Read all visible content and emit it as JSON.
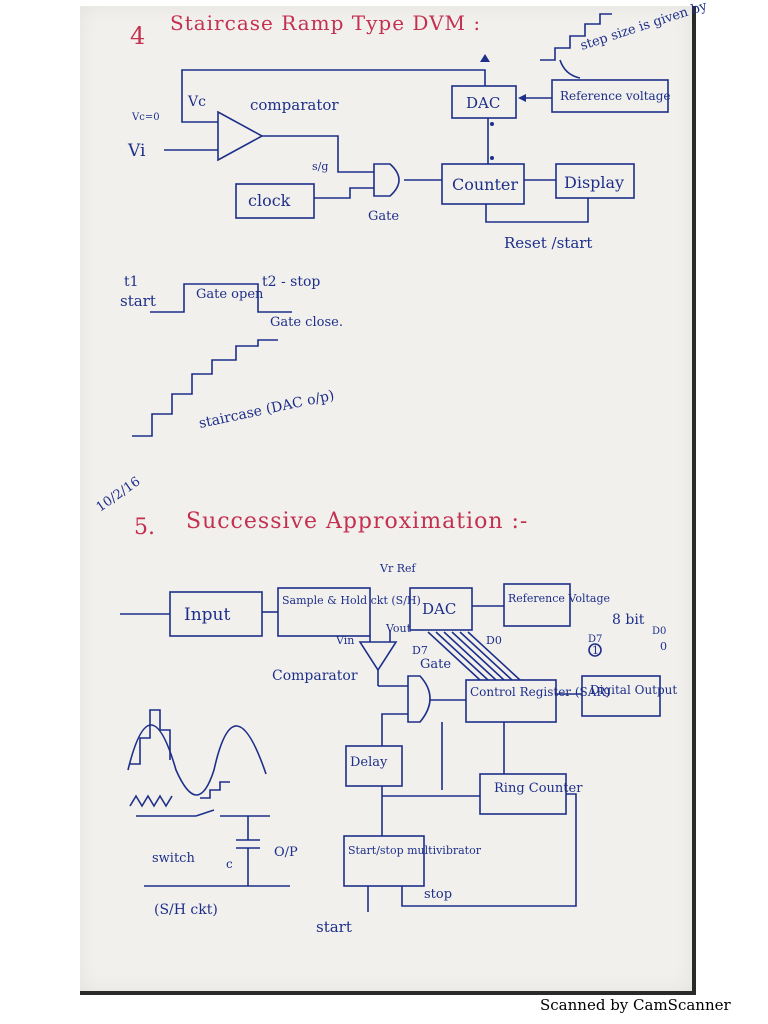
{
  "footer": "Scanned by CamScanner",
  "section1": {
    "number": "4",
    "title": "Staircase Ramp Type DVM :",
    "labels": {
      "vc0": "Vc=0",
      "vc": "Vc",
      "vi": "Vi",
      "comparator": "comparator",
      "dac": "DAC",
      "reference": "Reference voltage",
      "step": "step size is given by",
      "sg": "s/g",
      "clock": "clock",
      "gate": "Gate",
      "counter": "Counter",
      "display": "Display",
      "reset": "Reset /start"
    },
    "timing": {
      "t1": "t1",
      "start": "start",
      "gate_open": "Gate open",
      "t2": "t2 - stop",
      "gate_close": "Gate close.",
      "staircase": "staircase (DAC o/p)"
    }
  },
  "section2": {
    "date": "10/2/16",
    "number": "5.",
    "title": "Successive Approximation :-",
    "labels": {
      "input": "Input",
      "sh": "Sample & Hold ckt (S/H)",
      "vref": "Vr Ref",
      "dac": "DAC",
      "ref": "Reference Voltage",
      "vin": "Vin",
      "vout": "Vout",
      "d7": "D7",
      "d0": "D0",
      "gate": "Gate",
      "comparator": "Comparator",
      "control": "Control Register (SAR)",
      "digital": "Digital Output",
      "bits": "8 bit",
      "d7b": "D7",
      "d0b": "D0",
      "one": "1",
      "zero": "0",
      "delay": "Delay",
      "ring": "Ring Counter",
      "startstop": "Start/stop multivibrator",
      "stop": "stop",
      "start": "start",
      "switch": "switch",
      "c": "c",
      "op": "O/P",
      "shckt": "(S/H ckt)"
    }
  }
}
